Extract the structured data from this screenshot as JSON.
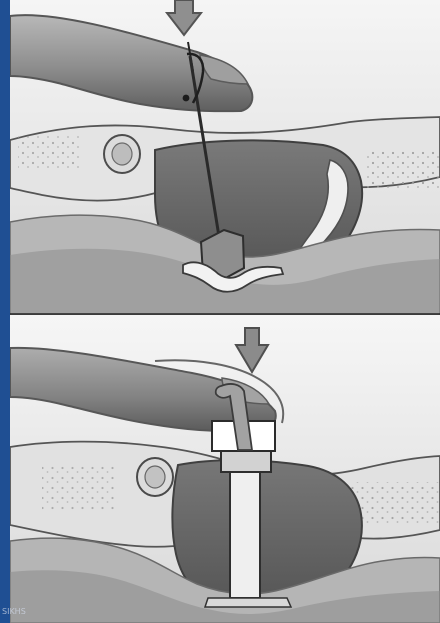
{
  "diagram": {
    "panels": [
      {
        "id": "top",
        "elements": [
          "finger",
          "guide-rod",
          "implant-cup",
          "pelvic-cavity",
          "pelvic-tissue-left",
          "pelvic-tissue-right",
          "vaginal-wall",
          "arrow-down"
        ]
      },
      {
        "id": "bottom",
        "elements": [
          "finger",
          "applicator-cylinder",
          "applicator-handle",
          "pelvic-cavity",
          "pelvic-tissue-left",
          "pelvic-tissue-right",
          "arrow-down"
        ]
      }
    ]
  },
  "watermark": {
    "text": "SIKHS"
  },
  "colors": {
    "background": "#1f4f93",
    "panel": "#d9d9d9",
    "shadow": "#777777",
    "outline": "#3b3b3b",
    "tissue": "#ececec",
    "dark_tissue": "#6c6c6c"
  }
}
